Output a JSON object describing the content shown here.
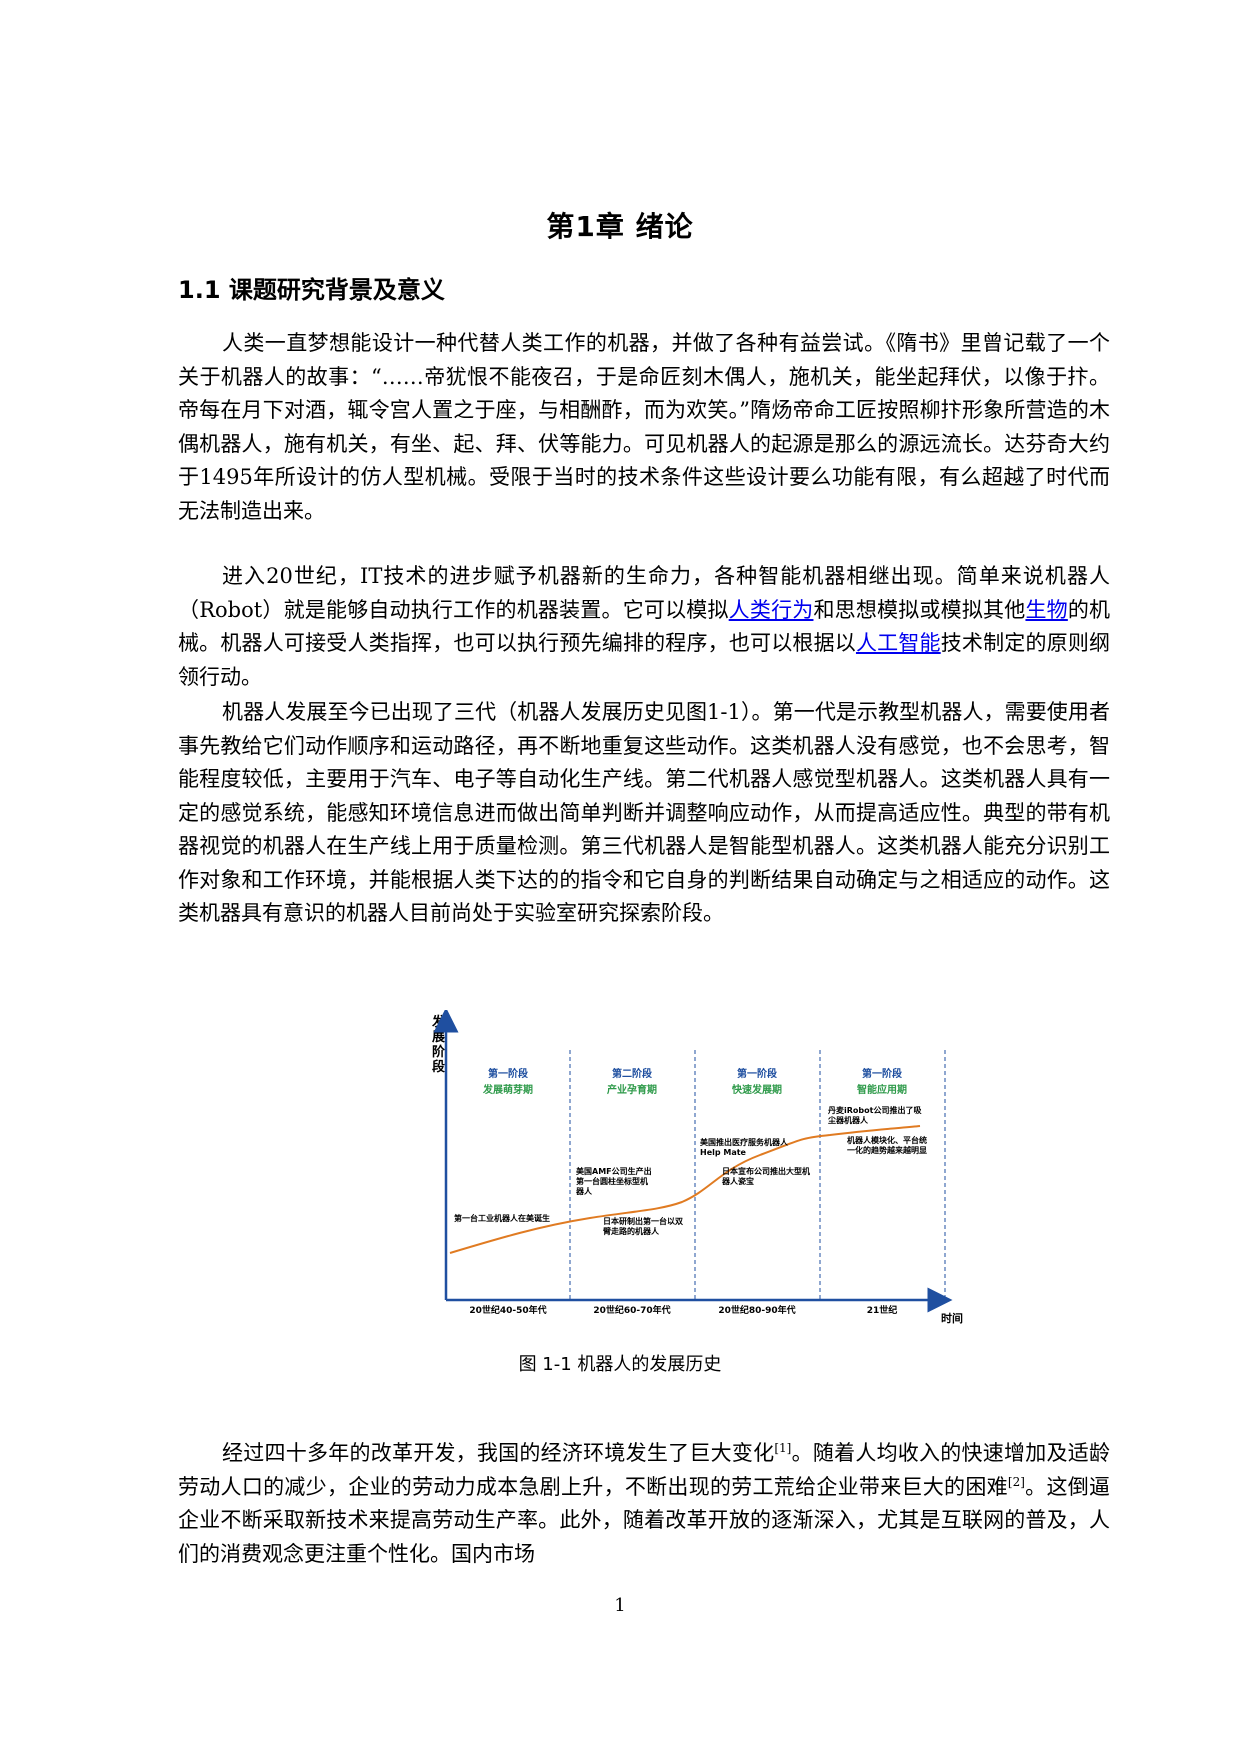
{
  "chapter": {
    "title": "第1章 绪论"
  },
  "section": {
    "title": "1.1 课题研究背景及意义"
  },
  "paragraphs": {
    "p1": "人类一直梦想能设计一种代替人类工作的机器，并做了各种有益尝试。《隋书》里曾记载了一个关于机器人的故事：“……帝犹恨不能夜召，于是命匠刻木偶人，施机关，能坐起拜伏，以像于抃。帝每在月下对酒，辄令宫人置之于座，与相酬酢，而为欢笑。”隋炀帝命工匠按照柳抃形象所营造的木偶机器人，施有机关，有坐、起、拜、伏等能力。可见机器人的起源是那么的源远流长。达芬奇大约于1495年所设计的仿人型机械。受限于当时的技术条件这些设计要么功能有限，有么超越了时代而无法制造出来。",
    "p2_a": "进入20世纪，IT技术的进步赋予机器新的生命力，各种智能机器相继出现。简单来说机器人（Robot）就是能够自动执行工作的机器装置。它可以模拟",
    "p2_link1": "人类行为",
    "p2_b": "和思想模拟或模拟其他",
    "p2_link2": "生物",
    "p2_c": "的机械。机器人可接受人类指挥，也可以执行预先编排的程序，也可以根据以",
    "p2_link3": "人工智能",
    "p2_d": "技术制定的原则纲领行动。",
    "p3": "机器人发展至今已出现了三代（机器人发展历史见图1-1）。第一代是示教型机器人，需要使用者事先教给它们动作顺序和运动路径，再不断地重复这些动作。这类机器人没有感觉，也不会思考，智能程度较低，主要用于汽车、电子等自动化生产线。第二代机器人感觉型机器人。这类机器人具有一定的感觉系统，能感知环境信息进而做出简单判断并调整响应动作，从而提高适应性。典型的带有机器视觉的机器人在生产线上用于质量检测。第三代机器人是智能型机器人。这类机器人能充分识别工作对象和工作环境，并能根据人类下达的的指令和它自身的判断结果自动确定与之相适应的动作。这类机器具有意识的机器人目前尚处于实验室研究探索阶段。",
    "p4_a": "经过四十多年的改革开发，我国的经济环境发生了巨大变化",
    "p4_ref1": "[1]",
    "p4_b": "。随着人均收入的快速增加及适龄劳动人口的减少，企业的劳动力成本急剧上升，不断出现的劳工荒给企业带来巨大的困难",
    "p4_ref2": "[2]",
    "p4_c": "。这倒逼企业不断采取新技术来提高劳动生产率。此外，随着改革开放的逐渐深入，尤其是互联网的普及，人们的消费观念更注重个性化。国内市场"
  },
  "figure": {
    "y_axis_label": "发展阶段",
    "x_axis_label": "时间",
    "stages": [
      {
        "name": "第一阶段",
        "sub": "发展萌芽期",
        "period": "20世纪40-50年代"
      },
      {
        "name": "第二阶段",
        "sub": "产业孕育期",
        "period": "20世纪60-70年代"
      },
      {
        "name": "第一阶段",
        "sub": "快速发展期",
        "period": "20世纪80-90年代"
      },
      {
        "name": "第一阶段",
        "sub": "智能应用期",
        "period": "21世纪"
      }
    ],
    "annotations": {
      "a1": "第一台工业机器人在美诞生",
      "a2_l1": "美国AMF公司生产出",
      "a2_l2": "第一台圆柱坐标型机",
      "a2_l3": "器人",
      "a3_l1": "日本研制出第一台以双",
      "a3_l2": "臂走路的机器人",
      "a4_l1": "美国推出医疗服务机器人",
      "a4_l2": "Help Mate",
      "a5_l1": "日本宣布公司推出大型机",
      "a5_l2": "器人瓷宝",
      "a6_l1": "丹麦iRobot公司推出了吸",
      "a6_l2": "尘器机器人",
      "a7_l1": "机器人模块化、平台统",
      "a7_l2": "一化的趋势越来越明显"
    },
    "caption": "图 1-1 机器人的发展历史",
    "colors": {
      "axis": "#1f4fa0",
      "curve": "#e07b22",
      "stage_title": "#1f4fa0",
      "stage_sub": "#2e9a4a"
    }
  },
  "page_number": "1"
}
